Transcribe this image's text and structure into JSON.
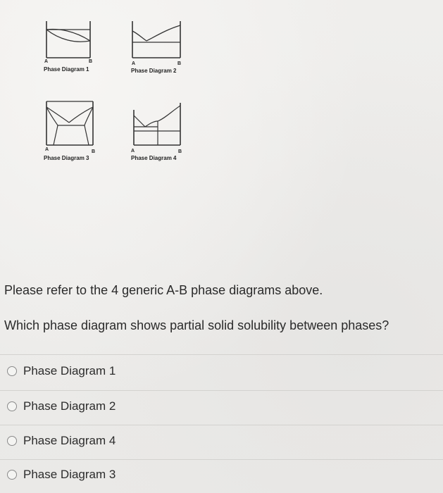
{
  "diagrams": [
    {
      "id": "1",
      "left_label": "A",
      "right_label": "B",
      "caption": "Phase Diagram 1"
    },
    {
      "id": "2",
      "left_label": "A",
      "right_label": "B",
      "caption": "Phase Diagram 2"
    },
    {
      "id": "3",
      "left_label": "A",
      "right_label": "B",
      "caption": "Phase Diagram 3"
    },
    {
      "id": "4",
      "left_label": "A",
      "right_label": "B",
      "caption": "Phase Diagram 4"
    }
  ],
  "question": {
    "intro": "Please refer to the 4 generic A-B phase diagrams above.",
    "prompt": "Which phase diagram shows partial solid solubility between phases?"
  },
  "options": [
    {
      "label": "Phase Diagram 1",
      "selected": false
    },
    {
      "label": "Phase Diagram 2",
      "selected": false
    },
    {
      "label": "Phase Diagram 4",
      "selected": false
    },
    {
      "label": "Phase Diagram 3",
      "selected": false
    }
  ]
}
